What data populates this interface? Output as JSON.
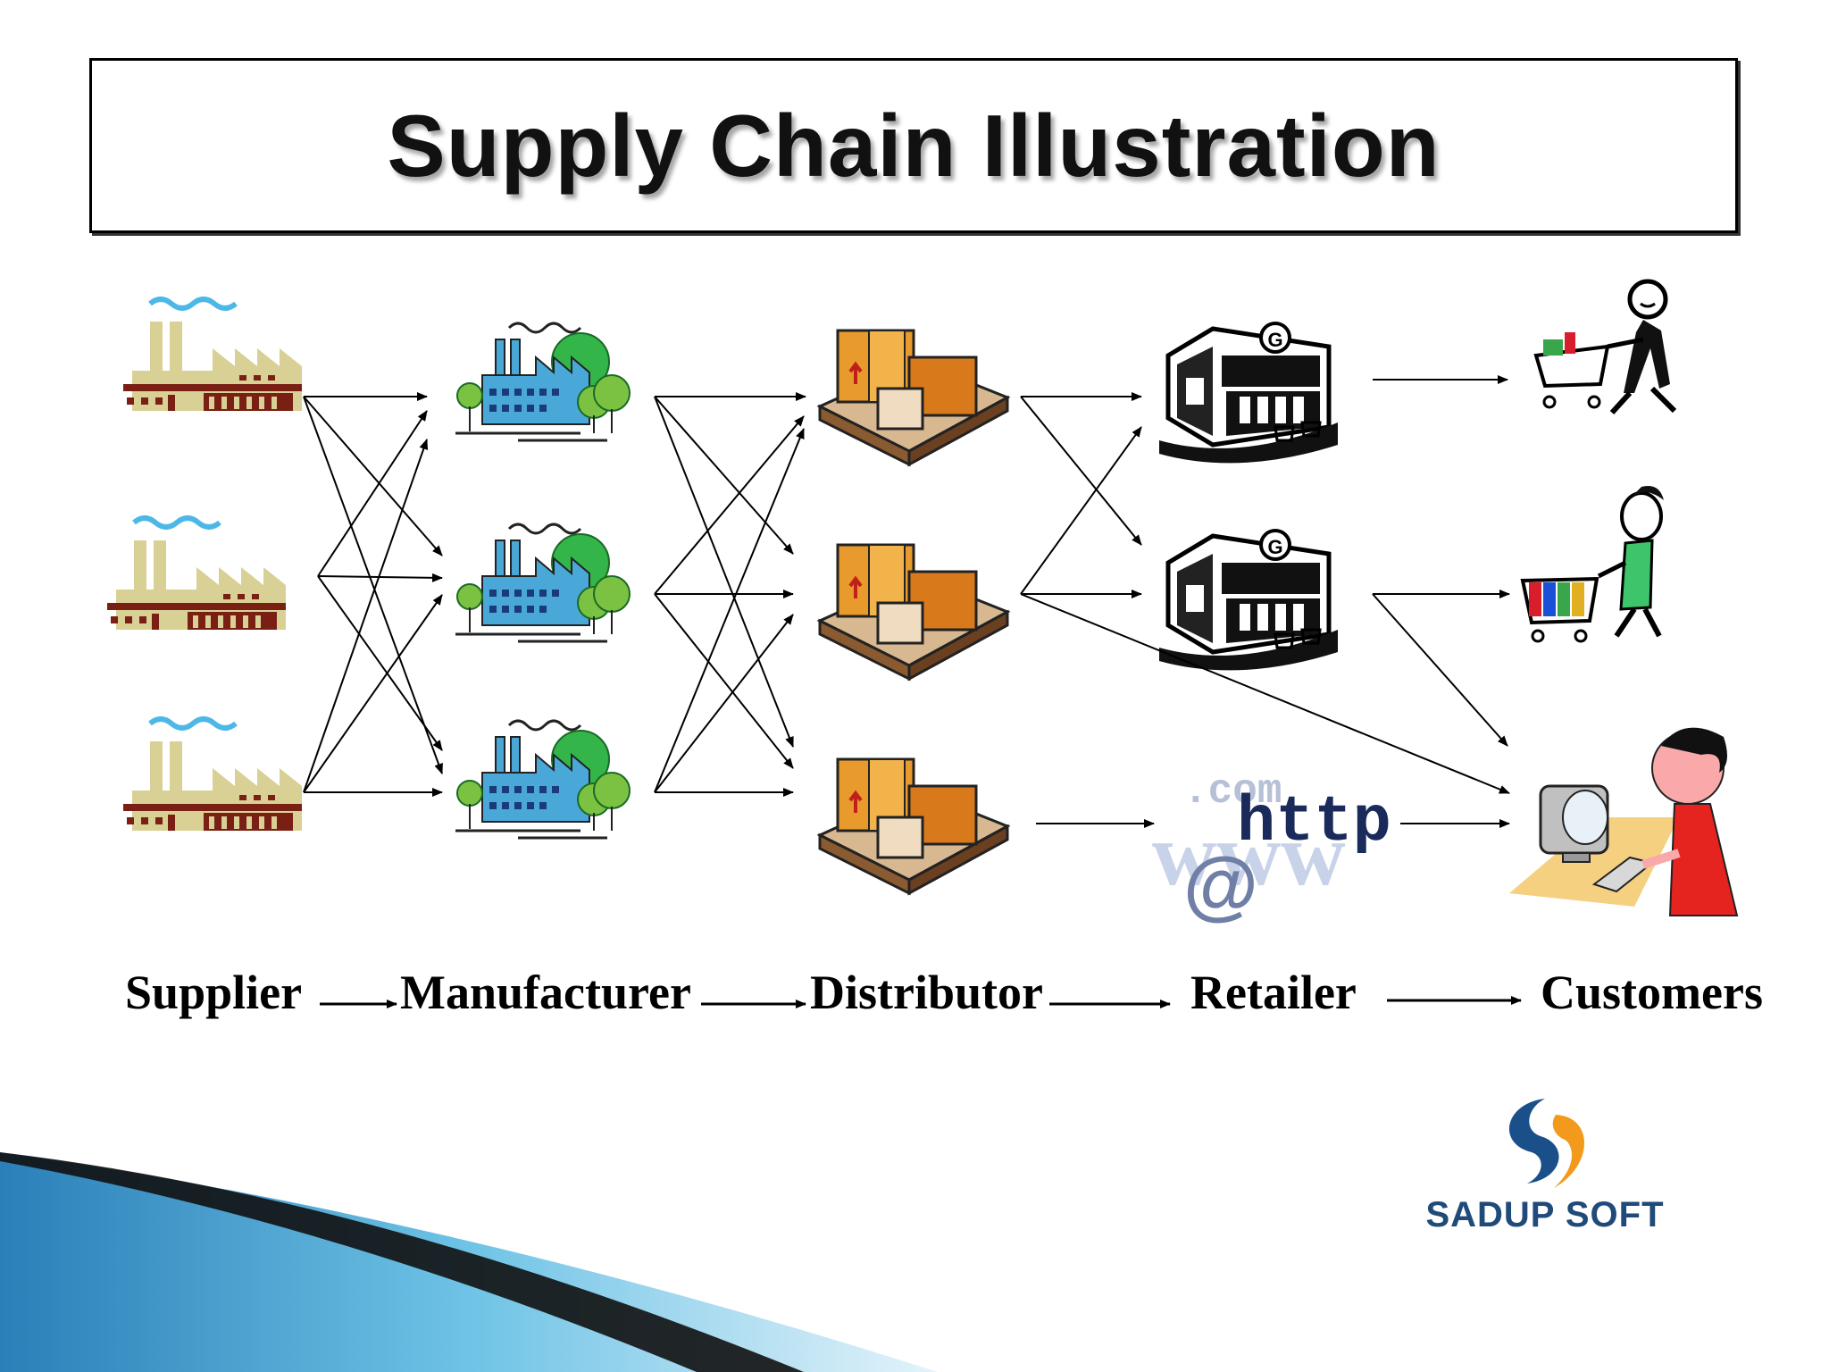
{
  "title": "Supply Chain Illustration",
  "stages": [
    {
      "label": "Supplier"
    },
    {
      "label": "Manufacturer"
    },
    {
      "label": "Distributor"
    },
    {
      "label": "Retailer"
    },
    {
      "label": "Customers"
    }
  ],
  "web_graphic": {
    "dotcom": ".com",
    "http": "http",
    "www": "www",
    "at": "@"
  },
  "store_sign_letter": "G",
  "logo": {
    "text": "SADUP SOFT"
  },
  "colors": {
    "factory": "#d9d095",
    "factory_brick": "#7a1f14",
    "smoke": "#4db8e8",
    "plant_blue": "#4aa8d8",
    "tree_green": "#33b54a",
    "box_orange": "#e89a2c",
    "accent_blue": "#1a4f8a"
  },
  "icons": [
    "factory-icon",
    "manufacturing-plant-icon",
    "warehouse-boxes-icon",
    "store-icon",
    "web-icon",
    "shopper-icon",
    "computer-user-icon",
    "logo-icon"
  ]
}
